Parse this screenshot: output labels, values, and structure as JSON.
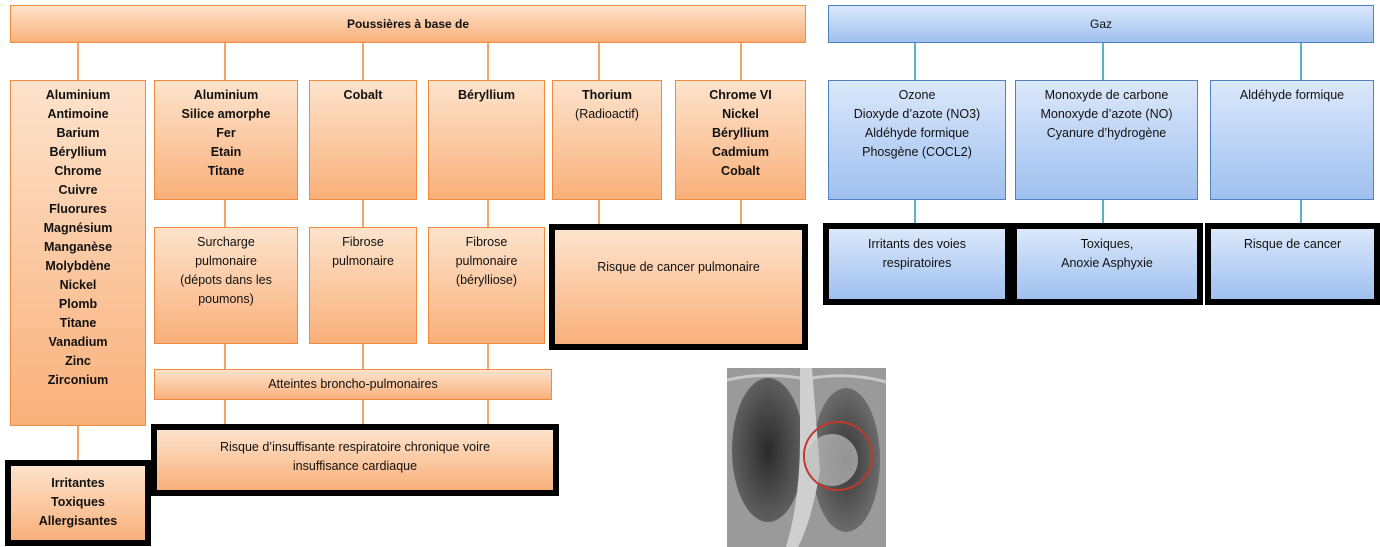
{
  "dust": {
    "header": "Poussières à base de",
    "groups": [
      {
        "items": [
          "Aluminium",
          "Antimoine",
          "Barium",
          "Béryllium",
          "Chrome",
          "Cuivre",
          "Fluorures",
          "Magnésium",
          "Manganèse",
          "Molybdène",
          "Nickel",
          "Plomb",
          "Titane",
          "Vanadium",
          "Zinc",
          "Zirconium"
        ]
      },
      {
        "items": [
          "Aluminium",
          "Silice amorphe",
          "Fer",
          "Etain",
          "Titane"
        ]
      },
      {
        "items": [
          "Cobalt"
        ]
      },
      {
        "items": [
          "Béryllium"
        ]
      },
      {
        "items": [
          "Thorium",
          "(Radioactif)"
        ]
      },
      {
        "items": [
          "Chrome VI",
          "Nickel",
          "Béryllium",
          "Cadmium",
          "Cobalt"
        ]
      }
    ],
    "effects": {
      "surcharge": [
        "Surcharge",
        "pulmonaire",
        "(dépots dans les",
        "poumons)"
      ],
      "fibrose": [
        "Fibrose",
        "pulmonaire"
      ],
      "fibrose_beryl": [
        "Fibrose",
        "pulmonaire",
        "(bérylliose)"
      ],
      "cancer": "Risque de cancer pulmonaire",
      "irritantes": [
        "Irritantes",
        "Toxiques",
        "Allergisantes"
      ],
      "atteintes": "Atteintes broncho-pulmonaires",
      "insuffisance": [
        "Risque d’insuffisante respiratoire chronique voire",
        "insuffisance cardiaque"
      ]
    }
  },
  "gas": {
    "header": "Gaz",
    "groups": [
      {
        "items": [
          "Ozone",
          "Dioxyde d’azote (NO3)",
          "Aldéhyde formique",
          "Phosgène (COCL2)"
        ]
      },
      {
        "items": [
          "Monoxyde de carbone",
          "Monoxyde d’azote (NO)",
          "Cyanure d’hydrogène"
        ]
      },
      {
        "items": [
          "Aldéhyde formique"
        ]
      }
    ],
    "effects": [
      [
        "Irritants des voies",
        "respiratoires"
      ],
      [
        "Toxiques,",
        "Anoxie Asphyxie"
      ],
      [
        "Risque de cancer"
      ]
    ]
  },
  "colors": {
    "orange_border": "#f08a3c",
    "blue_border": "#4f81bd",
    "connector_orange": "#f4a46a",
    "connector_blue": "#5ab3c5"
  }
}
